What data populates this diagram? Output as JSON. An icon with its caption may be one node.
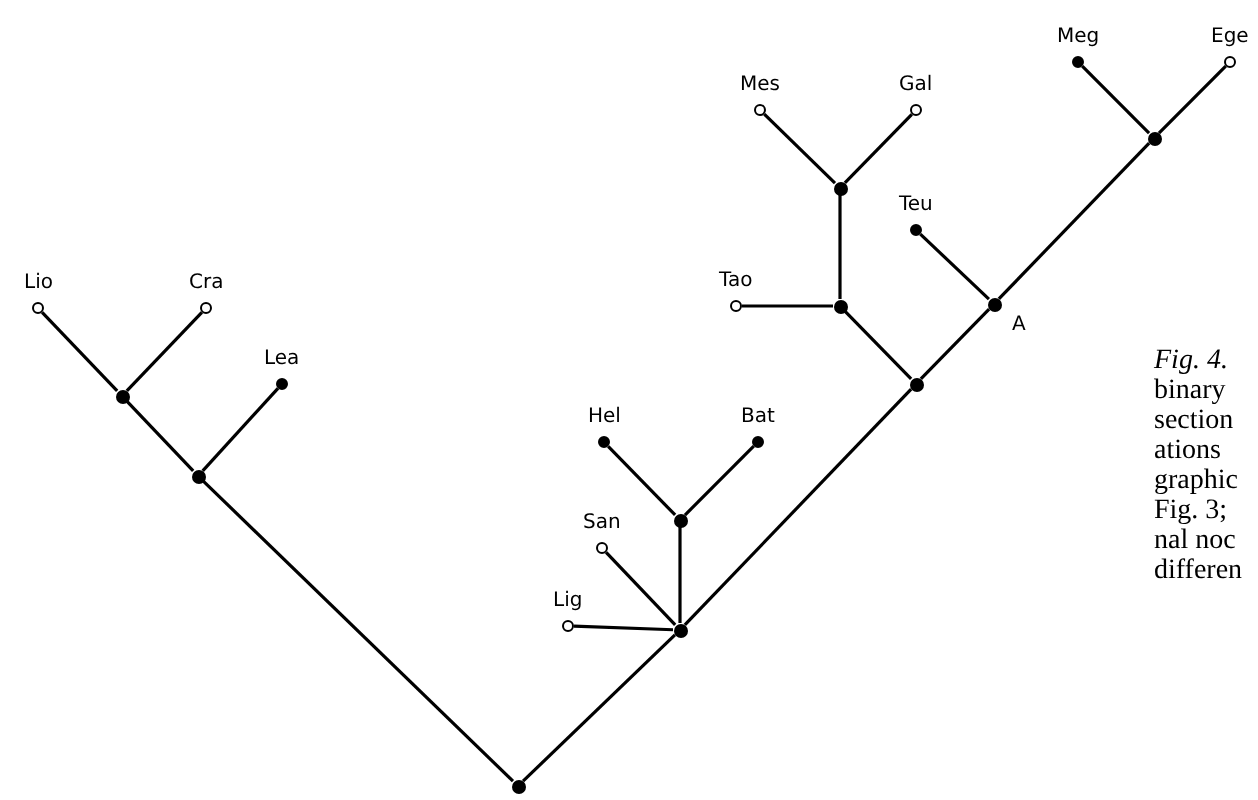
{
  "diagram": {
    "nodes": [
      {
        "text": [
          "Lio"
        ]
      },
      {
        "text": [
          "Cra"
        ]
      },
      {
        "text": [
          "Lea"
        ]
      },
      {
        "text": [
          "Hel"
        ]
      },
      {
        "text": [
          "Bat"
        ]
      },
      {
        "text": [
          "San"
        ]
      },
      {
        "text": [
          "Lig"
        ]
      },
      {
        "text": [
          "Tao"
        ]
      },
      {
        "text": [
          "Mes"
        ]
      },
      {
        "text": [
          "Gal"
        ]
      },
      {
        "text": [
          "Teu"
        ]
      },
      {
        "text": [
          "Meg"
        ]
      },
      {
        "text": [
          "Ege"
        ]
      },
      {
        "text": [],
        "shape": "circle"
      },
      {
        "text": [],
        "shape": "circle"
      },
      {
        "text": [],
        "shape": "circle"
      },
      {
        "text": [],
        "shape": "circle"
      },
      {
        "text": [],
        "shape": "circle"
      },
      {
        "text": [],
        "shape": "circle"
      },
      {
        "text": [],
        "shape": "circle"
      },
      {
        "text": [],
        "shape": "circle"
      },
      {
        "text": [],
        "shape": "circle",
        "beside": [
          "A"
        ]
      },
      {
        "text": [],
        "shape": "circle"
      }
    ],
    "edges": [
      {
        "from": 13,
        "to": 14,
        "arrow": "none"
      },
      {
        "from": 13,
        "to": 16,
        "arrow": "none"
      },
      {
        "from": 16,
        "to": 18,
        "arrow": "none"
      },
      {
        "from": 14,
        "to": 15,
        "arrow": "none"
      },
      {
        "from": 14,
        "to": 2,
        "arrow": "none"
      },
      {
        "from": 15,
        "to": 0,
        "arrow": "none"
      },
      {
        "from": 15,
        "to": 1,
        "arrow": "none"
      },
      {
        "from": 16,
        "to": 6,
        "arrow": "none"
      },
      {
        "from": 16,
        "to": 5,
        "arrow": "none"
      },
      {
        "from": 16,
        "to": 17,
        "arrow": "none"
      },
      {
        "from": 17,
        "to": 3,
        "arrow": "none"
      },
      {
        "from": 17,
        "to": 4,
        "arrow": "none"
      },
      {
        "from": 18,
        "to": 19,
        "arrow": "none"
      },
      {
        "from": 18,
        "to": 21,
        "arrow": "none"
      },
      {
        "from": 19,
        "to": 7,
        "arrow": "none"
      },
      {
        "from": 19,
        "to": 20,
        "arrow": "none"
      },
      {
        "from": 20,
        "to": 8,
        "arrow": "none"
      },
      {
        "from": 20,
        "to": 9,
        "arrow": "none"
      },
      {
        "from": 21,
        "to": 10,
        "arrow": "none"
      },
      {
        "from": 21,
        "to": 22,
        "arrow": "none"
      },
      {
        "from": 22,
        "to": 11,
        "arrow": "none"
      },
      {
        "from": 22,
        "to": 12,
        "arrow": "none"
      }
    ],
    "labels": [
      "Fig. 4.",
      "binary",
      "section",
      "ations",
      "graphic",
      "Fig. 3;",
      "nal noc",
      "differen"
    ]
  }
}
